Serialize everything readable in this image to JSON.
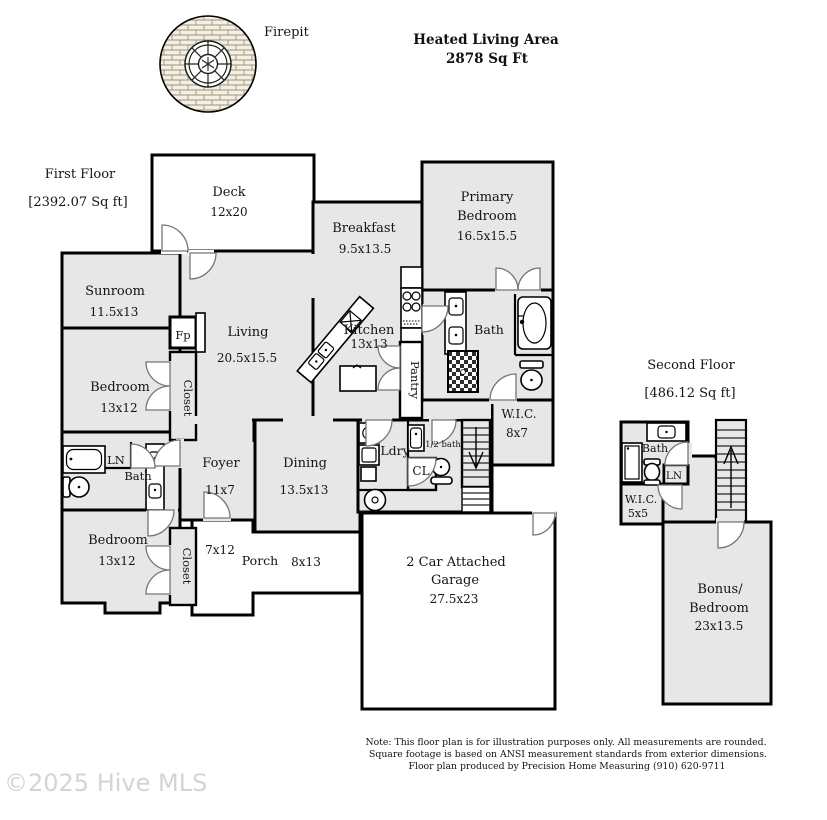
{
  "header": {
    "firepit_label": "Firepit",
    "title_line1": "Heated Living Area",
    "title_line2": "2878 Sq Ft"
  },
  "first_floor": {
    "label": "First Floor",
    "sqft": "[2392.07 Sq ft]"
  },
  "second_floor": {
    "label": "Second Floor",
    "sqft": "[486.12 Sq ft]"
  },
  "rooms": {
    "deck": {
      "name": "Deck",
      "dims": "12x20"
    },
    "sunroom": {
      "name": "Sunroom",
      "dims": "11.5x13"
    },
    "living": {
      "name": "Living",
      "dims": "20.5x15.5"
    },
    "fireplace": {
      "name": "Fp"
    },
    "closet_upper": {
      "name": "Closet"
    },
    "bedroom_upper": {
      "name": "Bedroom",
      "dims": "13x12"
    },
    "bath_left": {
      "name": "Bath",
      "linen": "LN"
    },
    "bedroom_lower": {
      "name": "Bedroom",
      "dims": "13x12"
    },
    "closet_lower": {
      "name": "Closet"
    },
    "foyer": {
      "name": "Foyer",
      "dims": "11x7"
    },
    "dining": {
      "name": "Dining",
      "dims": "13.5x13"
    },
    "breakfast": {
      "name": "Breakfast",
      "dims": "9.5x13.5"
    },
    "kitchen": {
      "name": "Kitchen",
      "dims": "13x13"
    },
    "pantry": {
      "name": "Pantry"
    },
    "primary_bedroom": {
      "name_line1": "Primary",
      "name_line2": "Bedroom",
      "dims": "16.5x15.5"
    },
    "primary_bath": {
      "name": "Bath"
    },
    "wic_first": {
      "name": "W.I.C.",
      "dims": "8x7"
    },
    "laundry": {
      "name": "Ldry"
    },
    "closet_hall": {
      "name": "CL"
    },
    "half_bath": {
      "name": "1/2 bath"
    },
    "porch": {
      "name": "Porch",
      "dims": "8x13",
      "dims_side": "7x12"
    },
    "garage": {
      "name_line1": "2 Car Attached",
      "name_line2": "Garage",
      "dims": "27.5x23"
    },
    "bath_second": {
      "name": "Bath",
      "linen": "LN"
    },
    "wic_second": {
      "name": "W.I.C.",
      "dims": "5x5"
    },
    "bonus": {
      "name_line1": "Bonus/",
      "name_line2": "Bedroom",
      "dims": "23x13.5"
    }
  },
  "footer": {
    "note_line1": "Note: This floor plan is for illustration purposes only. All measurements are rounded.",
    "note_line2": "Square footage is based on ANSI measurement standards from exterior dimensions.",
    "note_line3": "Floor plan produced by Precision Home Measuring (910) 620-9711",
    "watermark": "©2025 Hive MLS"
  },
  "colors": {
    "room_fill": "#e7e7e7",
    "wall": "#000000",
    "door_arc": "#767676",
    "watermark": "#d4d4d4",
    "brick": "#a09279"
  }
}
